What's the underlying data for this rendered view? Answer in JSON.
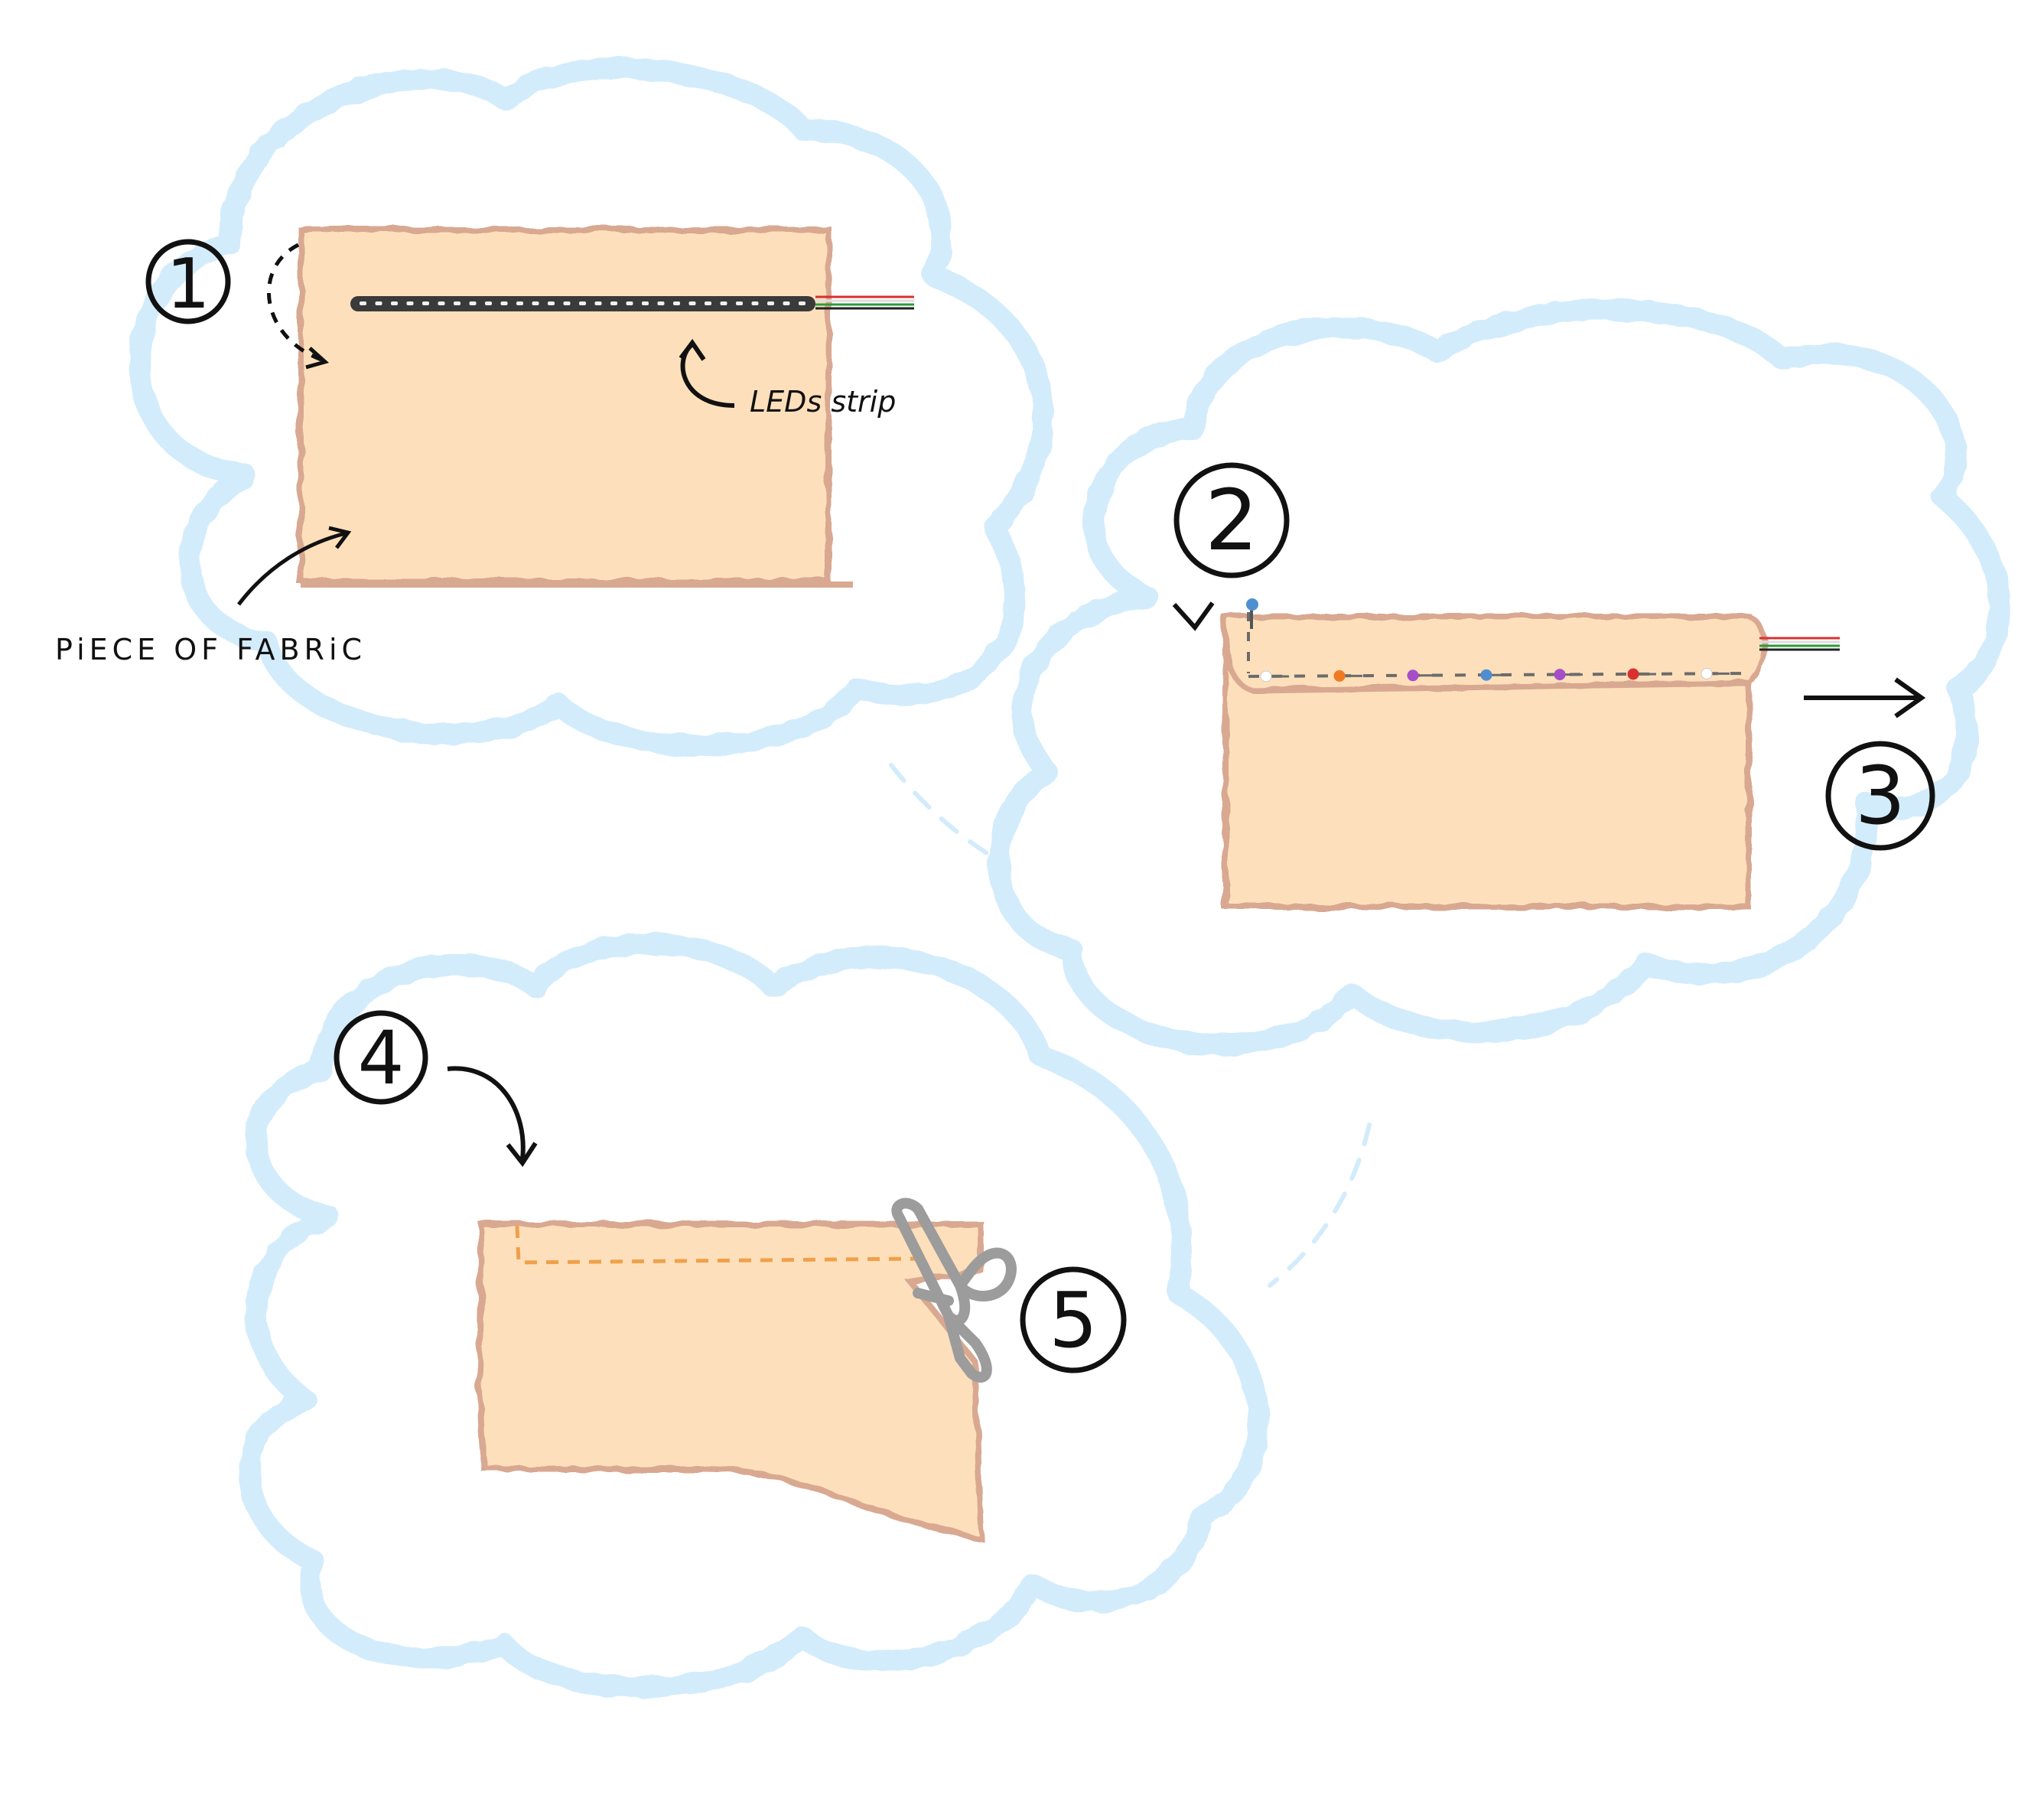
{
  "steps": [
    {
      "label": "1"
    },
    {
      "label": "2"
    },
    {
      "label": "3"
    },
    {
      "label": "4"
    },
    {
      "label": "5"
    }
  ],
  "labels": {
    "led_strip": "LEDs strip",
    "fabric": "PiECE OF FABRiC"
  },
  "colors": {
    "cloud": "#d3ecfb",
    "fabric_fill": "#fde0bb",
    "fabric_outline": "#d9a891",
    "ink": "#111111",
    "strip": "#3a3a3a",
    "led": "#f0f0f0",
    "stitch": "#f0a04b",
    "scissors": "#9c9c9c"
  },
  "icons": [
    "scissors-icon",
    "pin-icon",
    "arrow-icon"
  ],
  "pin_colors": [
    "#ffffff",
    "#ef7a22",
    "#a64ec9",
    "#4f8fd1",
    "#a64ec9",
    "#d93030",
    "#ffffff"
  ],
  "wire_colors": [
    "#d93030",
    "#ffffff",
    "#2a9a3a",
    "#222222"
  ]
}
